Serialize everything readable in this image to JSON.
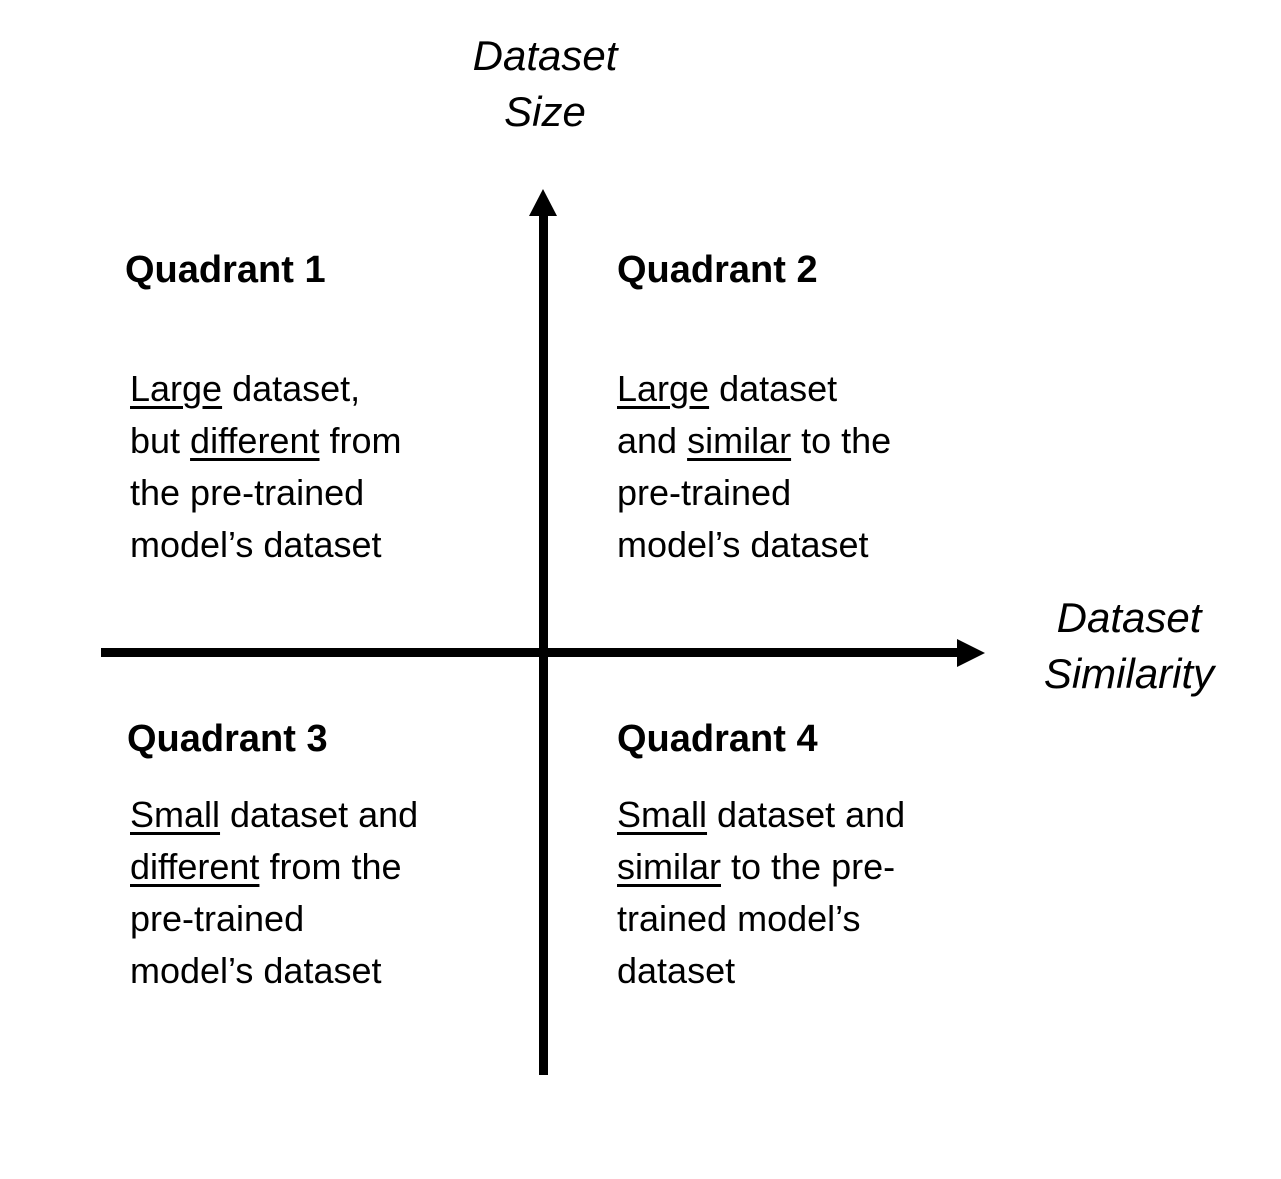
{
  "colors": {
    "background": "#ffffff",
    "line": "#000000",
    "text": "#000000"
  },
  "axes": {
    "y_label": {
      "line1": "Dataset",
      "line2": "Size"
    },
    "x_label": {
      "line1": "Dataset",
      "line2": "Similarity"
    }
  },
  "quadrants": [
    {
      "title": "Quadrant 1",
      "body": [
        [
          {
            "t": "Large",
            "u": true
          },
          {
            "t": " dataset,",
            "u": false
          }
        ],
        [
          {
            "t": "but ",
            "u": false
          },
          {
            "t": "different",
            "u": true
          },
          {
            "t": " from",
            "u": false
          }
        ],
        [
          {
            "t": "the pre-trained",
            "u": false
          }
        ],
        [
          {
            "t": "model’s dataset",
            "u": false
          }
        ]
      ]
    },
    {
      "title": "Quadrant 2",
      "body": [
        [
          {
            "t": "Large",
            "u": true
          },
          {
            "t": " dataset",
            "u": false
          }
        ],
        [
          {
            "t": "and ",
            "u": false
          },
          {
            "t": "similar",
            "u": true
          },
          {
            "t": " to the",
            "u": false
          }
        ],
        [
          {
            "t": "pre-trained",
            "u": false
          }
        ],
        [
          {
            "t": "model’s dataset",
            "u": false
          }
        ]
      ]
    },
    {
      "title": "Quadrant 3",
      "body": [
        [
          {
            "t": "Small",
            "u": true
          },
          {
            "t": " dataset and",
            "u": false
          }
        ],
        [
          {
            "t": "different",
            "u": true
          },
          {
            "t": " from the",
            "u": false
          }
        ],
        [
          {
            "t": "pre-trained",
            "u": false
          }
        ],
        [
          {
            "t": "model’s dataset",
            "u": false
          }
        ]
      ]
    },
    {
      "title": "Quadrant 4",
      "body": [
        [
          {
            "t": "Small",
            "u": true
          },
          {
            "t": " dataset and",
            "u": false
          }
        ],
        [
          {
            "t": "similar",
            "u": true
          },
          {
            "t": " to the pre-",
            "u": false
          }
        ],
        [
          {
            "t": "trained model’s",
            "u": false
          }
        ],
        [
          {
            "t": "dataset",
            "u": false
          }
        ]
      ]
    }
  ]
}
